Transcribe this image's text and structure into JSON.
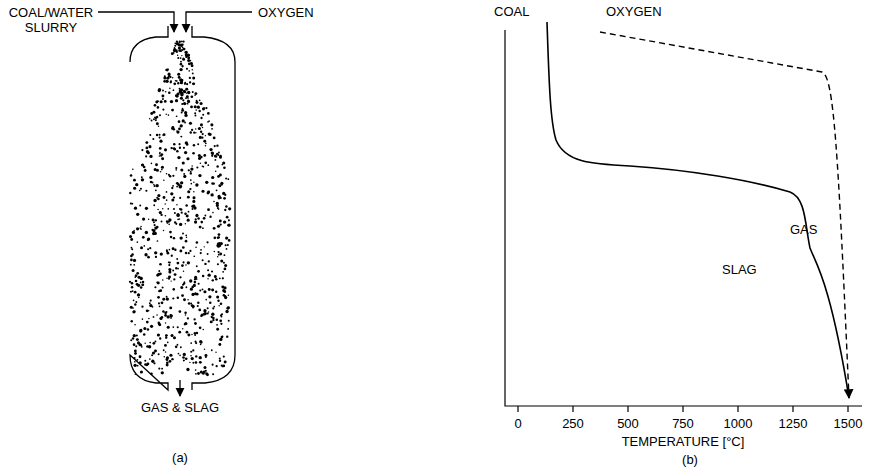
{
  "diagram": {
    "labels": [
      "COAL/WATER SLURRY",
      "OXYGEN",
      "GAS & SLAG",
      "(a)",
      "COAL",
      "OXYGEN",
      "GAS",
      "SLAG",
      "0",
      "250",
      "500",
      "750",
      "1000",
      "1250",
      "1500",
      "TEMPERATURE [°C]",
      "(b)"
    ]
  }
}
